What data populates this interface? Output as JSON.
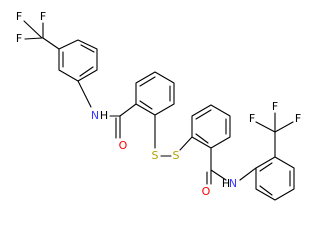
{
  "molecule": {
    "atom_labels": {
      "fluorine": "F",
      "oxygen": "O",
      "nitrogen": "N",
      "sulfur": "S"
    },
    "colors": {
      "bond": "#000000",
      "sulfur": "#b3a000",
      "nitrogen": "#3a3aff",
      "oxygen": "#ff0000",
      "fluorine": "#000000",
      "background": "#ffffff"
    }
  }
}
